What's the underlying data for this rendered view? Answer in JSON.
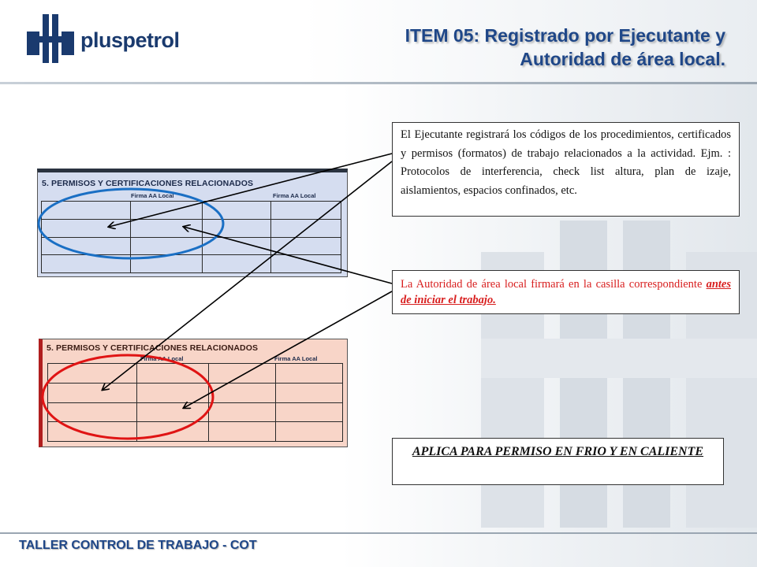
{
  "header": {
    "logo_text": "pluspetrol",
    "title_line1": "ITEM 05: Registrado por Ejecutante y",
    "title_line2": "Autoridad de área local."
  },
  "forms": {
    "heading": "5. PERMISOS Y CERTIFICACIONES RELACIONADOS",
    "firma_label": "Firma AA Local"
  },
  "callouts": {
    "ejecutante_text": "El Ejecutante registrará los códigos de los procedimientos, certificados y permisos (formatos) de trabajo relacionados a la actividad. Ejm. : Protocolos de interferencia, check list altura, plan de izaje, aislamientos, espacios confinados, etc.",
    "autoridad_text": "La Autoridad de área local firmará en la casilla correspondiente ",
    "autoridad_emphasis": "antes de iniciar el trabajo.",
    "aplica_text": "APLICA PARA PERMISO EN FRIO Y EN CALIENTE"
  },
  "footer": {
    "text": "TALLER CONTROL DE TRABAJO - COT"
  },
  "colors": {
    "title_blue": "#1f4788",
    "callout_red": "#d81e1e",
    "ellipse_blue": "#1a6fc4",
    "ellipse_red": "#e01414"
  }
}
